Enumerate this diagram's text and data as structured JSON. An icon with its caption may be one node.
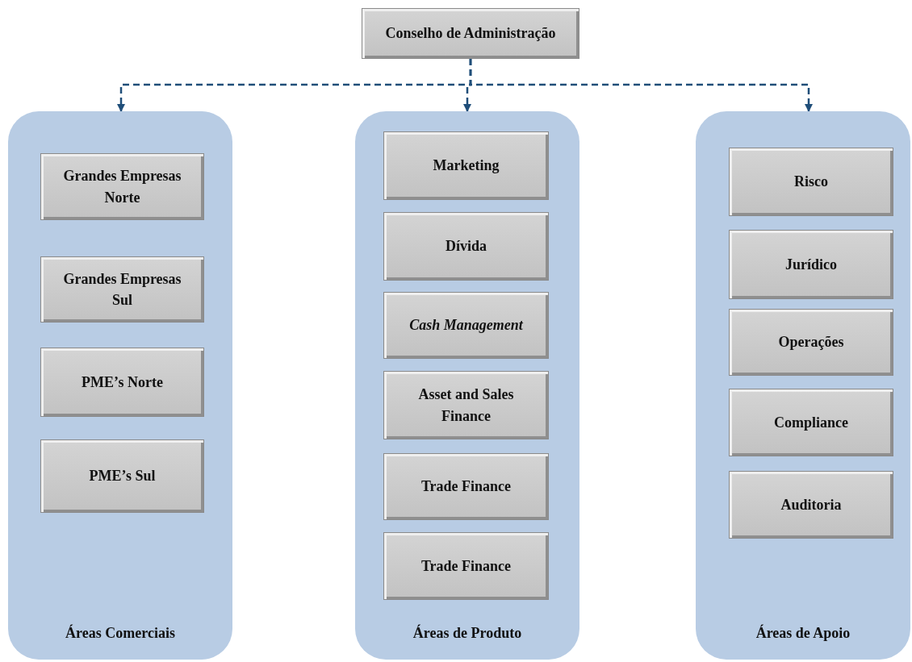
{
  "diagram": {
    "nodes": [
      {
        "text": [
          "Conselho de Administração"
        ]
      },
      {
        "text": [
          "Áreas Comerciais"
        ]
      },
      {
        "text": [
          "Grandes Empresas Norte"
        ],
        "in": 1
      },
      {
        "text": [
          "Grandes Empresas Sul"
        ],
        "in": 1
      },
      {
        "text": [
          "PME’s Norte"
        ],
        "in": 1
      },
      {
        "text": [
          "PME’s  Sul"
        ],
        "in": 1
      },
      {
        "text": [
          "Áreas de Produto"
        ]
      },
      {
        "text": [
          "Marketing"
        ],
        "in": 6
      },
      {
        "text": [
          "Dívida"
        ],
        "in": 6
      },
      {
        "text": [
          "Cash Management"
        ],
        "in": 6
      },
      {
        "text": [
          "Asset and Sales Finance"
        ],
        "in": 6
      },
      {
        "text": [
          "Trade Finance"
        ],
        "in": 6
      },
      {
        "text": [
          "Trade Finance"
        ],
        "in": 6
      },
      {
        "text": [
          "Áreas de Apoio"
        ]
      },
      {
        "text": [
          "Risco"
        ],
        "in": 13
      },
      {
        "text": [
          "Jurídico"
        ],
        "in": 13
      },
      {
        "text": [
          "Operações"
        ],
        "in": 13
      },
      {
        "text": [
          "Compliance"
        ],
        "in": 13
      },
      {
        "text": [
          "Auditoria"
        ],
        "in": 13
      }
    ],
    "edges": [
      {
        "from": 0,
        "to": 1,
        "arrow": "to",
        "style": "dashed"
      },
      {
        "from": 0,
        "to": 6,
        "arrow": "to",
        "style": "dashed"
      },
      {
        "from": 0,
        "to": 13,
        "arrow": "to",
        "style": "dashed"
      }
    ]
  }
}
